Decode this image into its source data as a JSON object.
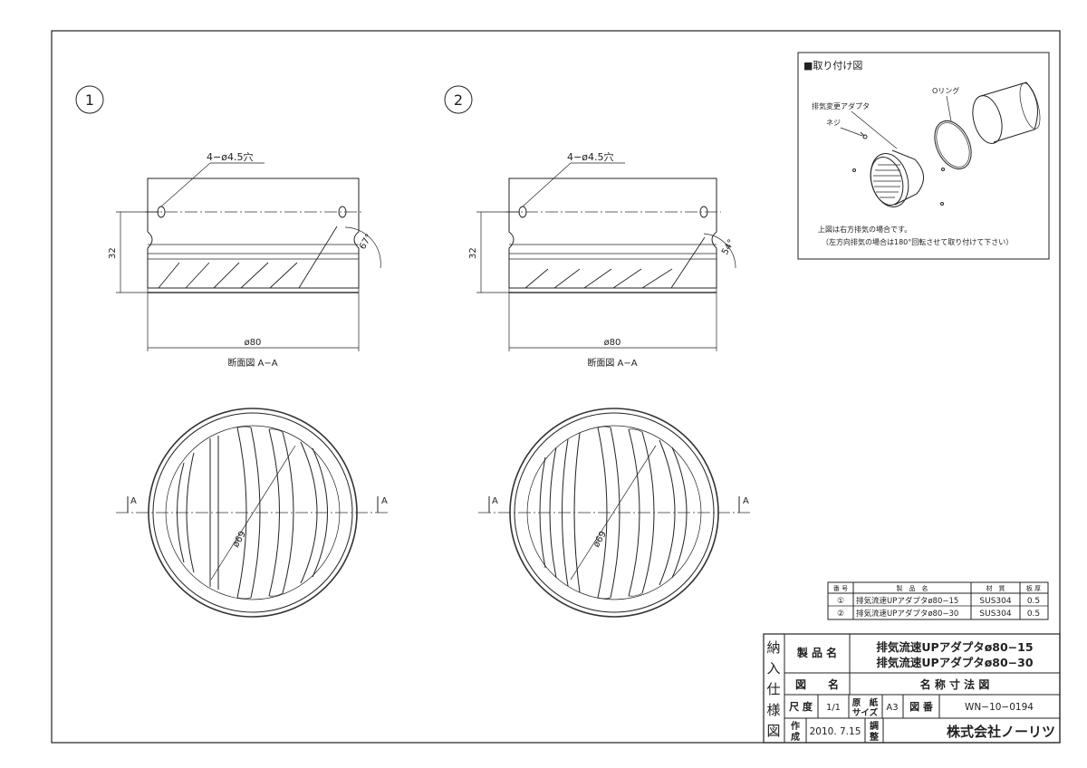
{
  "views": [
    {
      "number": "1",
      "hole_label": "4−ø4.5穴",
      "height_dim": "32",
      "angle": "67°",
      "dia_dim": "ø80",
      "section_title": "断面図 A−A",
      "inner_dim": "ø69",
      "section_marker": "A"
    },
    {
      "number": "2",
      "hole_label": "4−ø4.5穴",
      "height_dim": "32",
      "angle": "54°",
      "dia_dim": "ø80",
      "section_title": "断面図 A−A",
      "inner_dim": "ø69",
      "section_marker": "A"
    }
  ],
  "install_figure": {
    "title": "■取り付け図",
    "label_adapter": "排気変更アダプタ",
    "label_screw": "ネジ",
    "label_oring": "Oリング",
    "note_line1": "上図は右方排気の場合です。",
    "note_line2": "（左方向排気の場合は180°回転させて取り付けて下さい）"
  },
  "parts_table": {
    "headers": [
      "番 号",
      "製　品　名",
      "材　質",
      "板 厚"
    ],
    "rows": [
      {
        "no": "①",
        "name": "排気流速UPアダプタø80−15",
        "material": "SUS304",
        "thickness": "0.5"
      },
      {
        "no": "②",
        "name": "排気流速UPアダプタø80−30",
        "material": "SUS304",
        "thickness": "0.5"
      }
    ]
  },
  "title_block": {
    "side_chars": [
      "納",
      "入",
      "仕",
      "様",
      "図"
    ],
    "product_label": "製 品 名",
    "product_name_1": "排気流速UPアダプタø80−15",
    "product_name_2": "排気流速UPアダプタø80−30",
    "drawing_label": "図　　名",
    "drawing_name": "名 称 寸 法 図",
    "scale_label": "尺 度",
    "scale_value": "1/1",
    "paper_label_1": "原　紙",
    "paper_label_2": "サイズ",
    "paper_value": "A3",
    "number_label": "図 番",
    "number_value": "WN−10−0194",
    "made_label_1": "作",
    "made_label_2": "成",
    "date_value": "2010. 7.15",
    "check_label_1": "調",
    "check_label_2": "整",
    "company": "株式会社ノーリツ"
  }
}
